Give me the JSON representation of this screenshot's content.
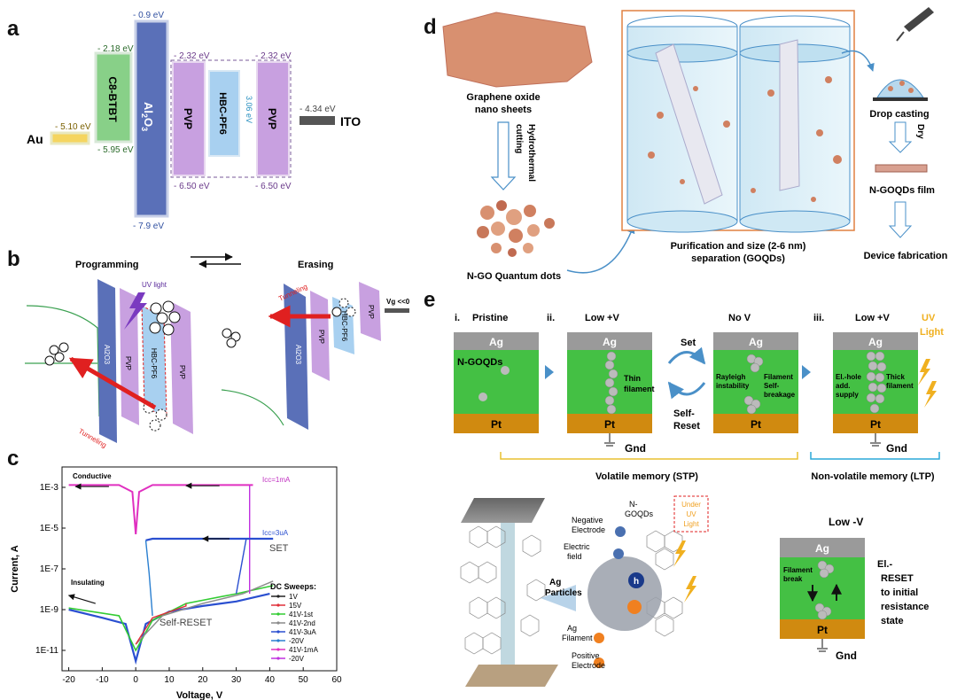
{
  "panels": {
    "a": "a",
    "b": "b",
    "c": "c",
    "d": "d",
    "e": "e"
  },
  "panel_a": {
    "au": "Au",
    "ito": "ITO",
    "c8btbt": "C8-BTBT",
    "al2o3_main": "Al",
    "al2o3_sub": "2",
    "al2o3_tail": "O",
    "al2o3_sub2": "3",
    "pvp1": "PVP",
    "hbc": "HBC-PF6",
    "pvp2": "PVP",
    "ev_au": "- 5.10 eV",
    "ev_c8_top": "- 2.18 eV",
    "ev_c8_bot": "- 5.95 eV",
    "ev_al_top": "- 0.9 eV",
    "ev_al_bot": "- 7.9 eV",
    "ev_pvp1_top": "- 2.32 eV",
    "ev_pvp1_bot": "- 6.50 eV",
    "ev_hbc_gap": "3.06 eV",
    "ev_pvp2_top": "- 2.32 eV",
    "ev_pvp2_bot": "- 6.50 eV",
    "ev_ito": "- 4.34 eV"
  },
  "panel_b": {
    "programming": "Programming",
    "erasing": "Erasing",
    "uv_light": "UV light",
    "tunneling": "Tunneling",
    "vg": "Vg <<0",
    "al2o3": "Al2O3",
    "pvp": "PVP",
    "hbc": "HBC-PF6"
  },
  "chart_data": {
    "type": "line",
    "xlabel": "Voltage, V",
    "ylabel": "Current, A",
    "xlim": [
      -22,
      60
    ],
    "ylim": [
      1e-12,
      0.01
    ],
    "yscale": "log",
    "x_ticks": [
      "-20",
      "-10",
      "0",
      "10",
      "20",
      "30",
      "40",
      "50",
      "60"
    ],
    "y_ticks": [
      "1E-3",
      "1E-5",
      "1E-7",
      "1E-9",
      "1E-11"
    ],
    "annotations": {
      "conductive": "Conductive",
      "insulating": "Insulating",
      "icc1": "Icc=1mA",
      "icc2": "Icc=3uA",
      "set": "SET",
      "self_reset": "Self-RESET"
    },
    "legend_title": "DC Sweeps:",
    "series": [
      {
        "name": "1V",
        "color": "#222222"
      },
      {
        "name": "15V",
        "color": "#e0303a"
      },
      {
        "name": "41V-1st",
        "color": "#33cc33"
      },
      {
        "name": "41V-2nd",
        "color": "#8a8a8a"
      },
      {
        "name": "41V-3uA",
        "color": "#2a4fd0"
      },
      {
        "name": "-20V",
        "color": "#2a7fd0"
      },
      {
        "name": "41V-1mA",
        "color": "#e030c0"
      },
      {
        "name": "-20V",
        "color": "#c030e0"
      }
    ]
  },
  "panel_d": {
    "go_sheets": "Graphene oxide\nnano sheets",
    "go_line1": "Graphene oxide",
    "go_line2": "nano sheets",
    "hydro1": "Hydrothermal",
    "hydro2": "cutting",
    "ngo_qd": "N-GO Quantum dots",
    "purif1": "Purification and size (2-6 nm)",
    "purif2": "separation (GOQDs)",
    "drop": "Drop casting",
    "dry": "Dry",
    "film": "N-GOQDs film",
    "fab": "Device fabrication"
  },
  "panel_e": {
    "i": "i.",
    "pristine": "Pristine",
    "ii": "ii.",
    "low_v": "Low +V",
    "no_v": "No V",
    "iii": "iii.",
    "low_v2": "Low +V",
    "uv1": "UV",
    "uv2": "Light",
    "ag": "Ag",
    "pt": "Pt",
    "gnd": "Gnd",
    "ngoqds": "N-GOQDs",
    "thin1": "Thin",
    "thin2": "filament",
    "set": "Set",
    "self_reset1": "Self-",
    "self_reset2": "Reset",
    "rayleigh1": "Rayleigh",
    "rayleigh2": "instability",
    "fil1": "Filament",
    "fil2": "Self-",
    "fil3": "breakage",
    "el1": "El.-hole",
    "el2": "add.",
    "el3": "supply",
    "thick1": "Thick",
    "thick2": "filament",
    "volatile": "Volatile memory (STP)",
    "nonvolatile": "Non-volatile memory (LTP)",
    "neg_el1": "Negative",
    "neg_el2": "Electrode",
    "efield1": "Electric",
    "efield2": "field",
    "ag_part1": "Ag",
    "ag_part2": "Particles",
    "ag_fil1": "Ag",
    "ag_fil2": "Filament",
    "pos_el1": "Positive",
    "pos_el2": "Electrode",
    "ngoqds2_1": "N-",
    "ngoqds2_2": "GOQDs",
    "under1": "Under",
    "under2": "UV",
    "under3": "Light",
    "low_neg_v": "Low -V",
    "fil_break1": "Filament",
    "fil_break2": "break",
    "reset1": "El.-",
    "reset2": "RESET",
    "reset3": "to initial",
    "reset4": "resistance",
    "reset5": "state",
    "h": "h",
    "e": "e"
  }
}
